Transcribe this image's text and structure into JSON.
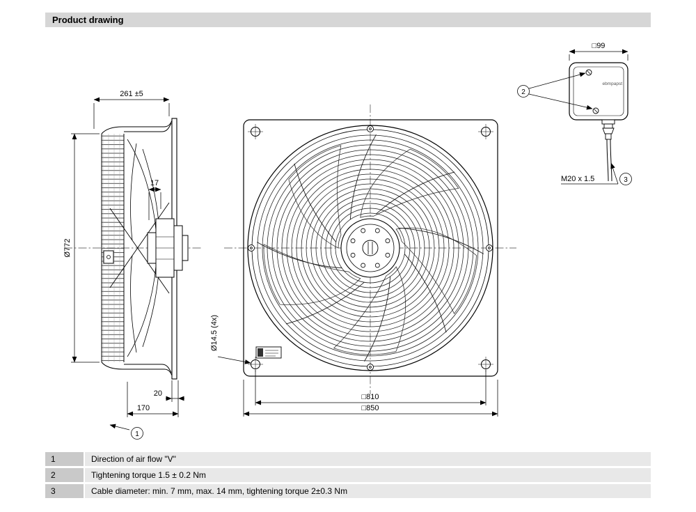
{
  "header": {
    "title": "Product drawing"
  },
  "drawing": {
    "side_view": {
      "dim_depth_total": "261 ±5",
      "dim_guard_gap": "17",
      "dim_impeller_diameter": "Ø772",
      "dim_plate_offset": "20",
      "dim_housing_depth": "170"
    },
    "front_view": {
      "dim_mounting_holes": "Ø14.5 (4x)",
      "dim_hole_spacing": "□810",
      "dim_plate_size": "□850"
    },
    "terminal_box": {
      "dim_box_size": "□99",
      "dim_cable_gland": "M20 x 1.5",
      "logo": "ebmpapst"
    },
    "callouts": {
      "c1": "1",
      "c2": "2",
      "c3": "3"
    }
  },
  "notes": {
    "rows": [
      {
        "num": "1",
        "text": "Direction of air flow \"V\""
      },
      {
        "num": "2",
        "text": "Tightening torque 1.5 ± 0.2 Nm"
      },
      {
        "num": "3",
        "text": "Cable diameter: min. 7 mm, max. 14 mm, tightening torque 2±0.3 Nm"
      }
    ]
  }
}
